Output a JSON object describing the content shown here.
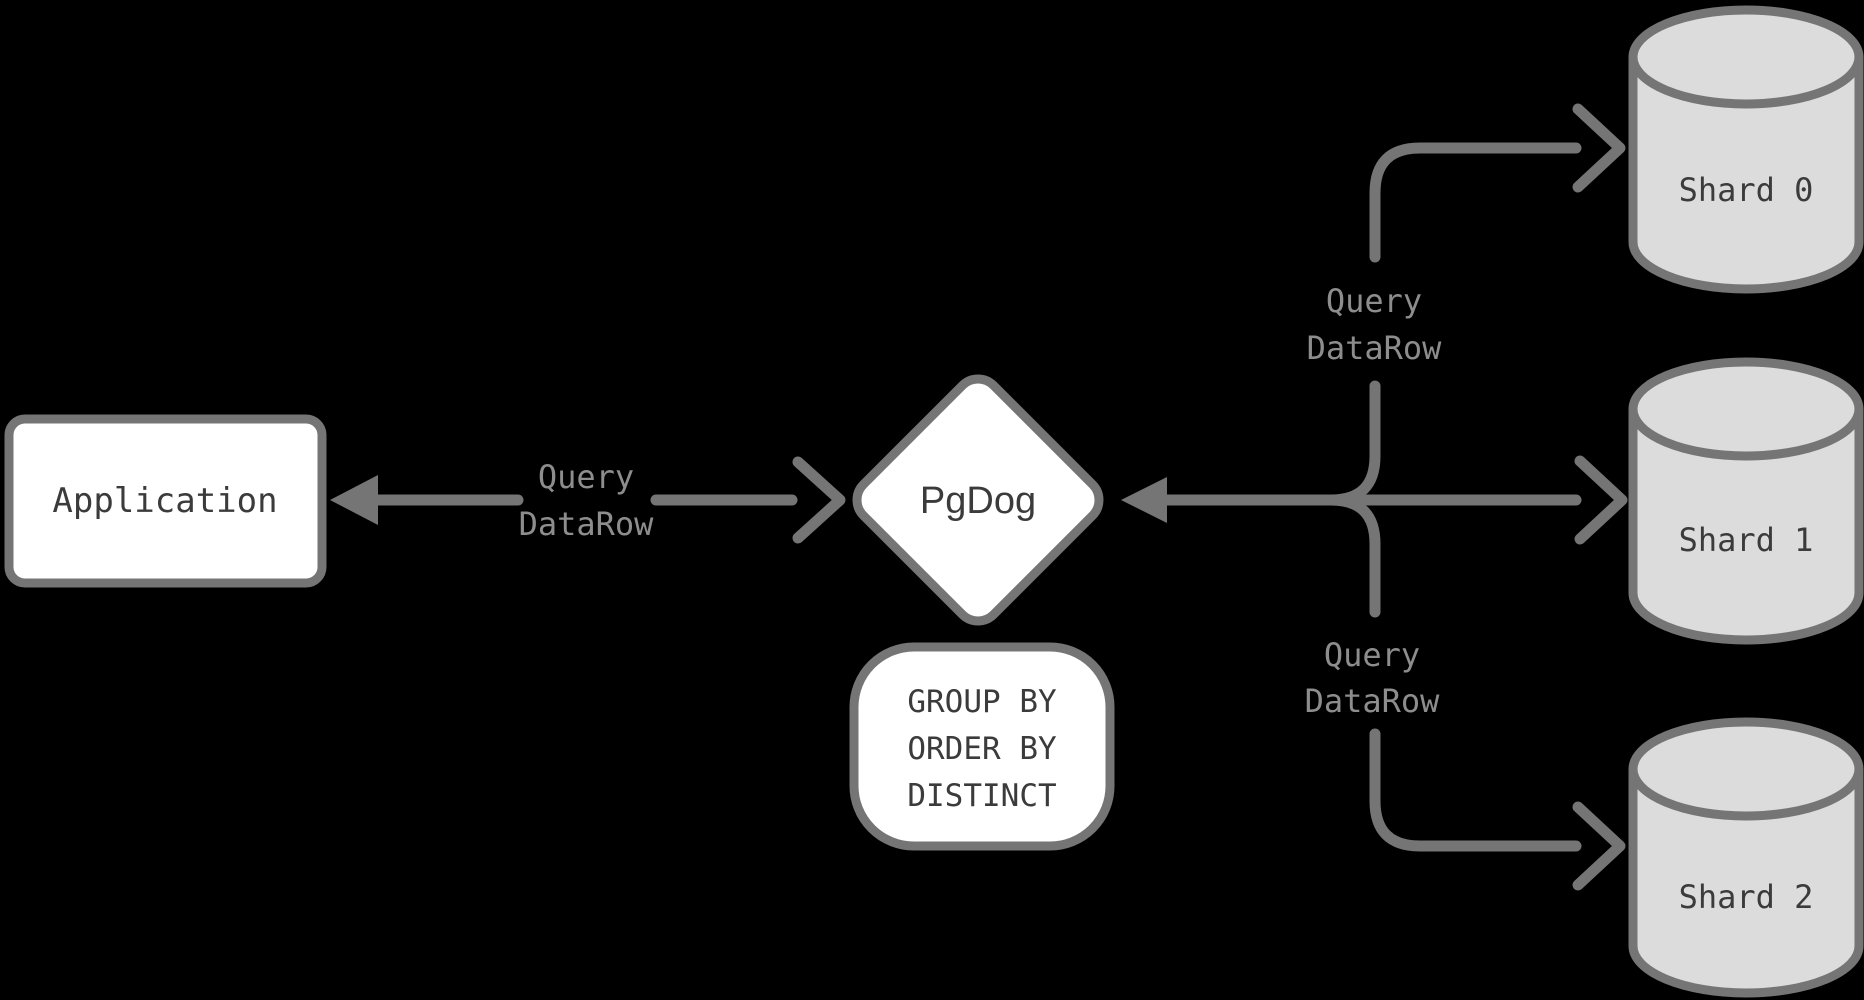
{
  "diagram": {
    "nodes": {
      "application": {
        "label": "Application"
      },
      "pgdog": {
        "label": "PgDog"
      },
      "operations": {
        "lines": [
          "GROUP BY",
          "ORDER BY",
          "DISTINCT"
        ]
      },
      "shards": [
        {
          "label": "Shard 0"
        },
        {
          "label": "Shard 1"
        },
        {
          "label": "Shard 2"
        }
      ]
    },
    "edges": {
      "app_pgdog": {
        "top": "Query",
        "bottom": "DataRow"
      },
      "pgdog_shard0": {
        "top": "Query",
        "bottom": "DataRow"
      },
      "pgdog_shard2": {
        "top": "Query",
        "bottom": "DataRow"
      }
    },
    "colors": {
      "background": "#000000",
      "line": "#757575",
      "edge_label": "#8d8d8d",
      "node_border": "#757575",
      "node_fill": "#ffffff",
      "node_text": "#3b3b3b",
      "cylinder_fill": "#dcdcdc"
    }
  }
}
